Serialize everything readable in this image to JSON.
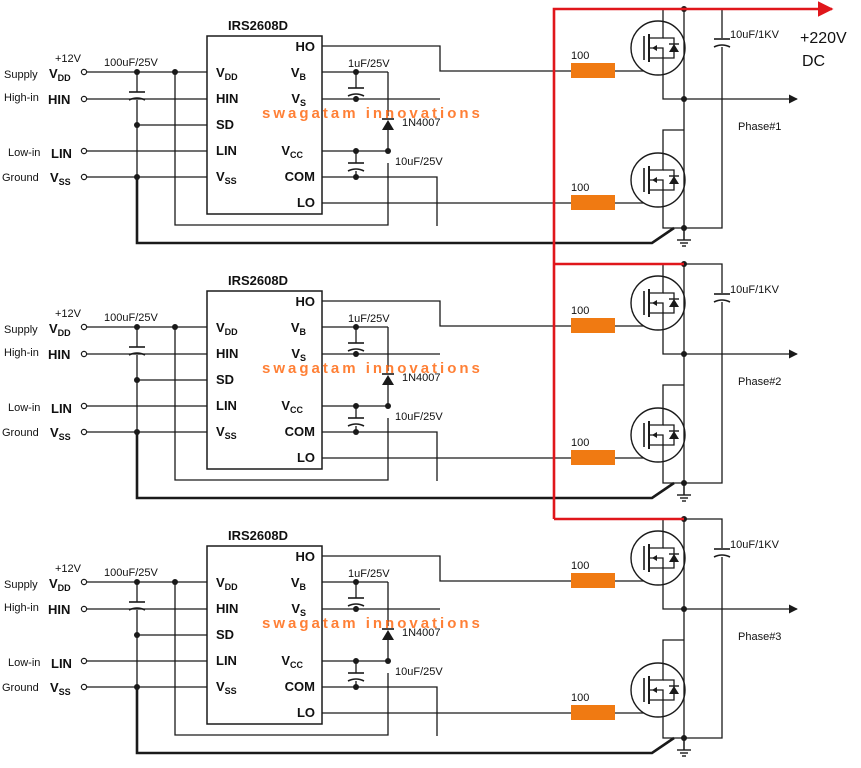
{
  "colors": {
    "wire": "#1a1a1a",
    "dc_bus": "#e0161b",
    "resistor": "#f07a12",
    "watermark": "#ff6a13"
  },
  "supply": {
    "voltage": "+220V",
    "type": "DC"
  },
  "stages": [
    {
      "chip": "IRS2608D",
      "watermark": "swagatam innovations",
      "inputs": {
        "vdd_volt": "+12V",
        "vdd_name": "Supply",
        "vdd_pin": "V",
        "vdd_sub": "DD",
        "hin_name": "High-in",
        "hin_pin": "HIN",
        "lin_name": "Low-in",
        "lin_pin": "LIN",
        "vss_name": "Ground",
        "vss_pin": "V",
        "vss_sub": "SS"
      },
      "pins_left": {
        "vdd": "V",
        "vdd_sub": "DD",
        "hin": "HIN",
        "sd": "SD",
        "lin": "LIN",
        "vss": "V",
        "vss_sub": "SS"
      },
      "pins_right": {
        "ho": "HO",
        "vb": "V",
        "vb_sub": "B",
        "vs": "V",
        "vs_sub": "S",
        "vcc": "V",
        "vcc_sub": "CC",
        "com": "COM",
        "lo": "LO"
      },
      "c_supply": "100uF/25V",
      "c_boot": "1uF/25V",
      "diode": "1N4007",
      "c_vcc": "10uF/25V",
      "r_high": "100",
      "r_low": "100",
      "c_bus": "10uF/1KV",
      "output": "Phase#1"
    },
    {
      "chip": "IRS2608D",
      "watermark": "swagatam innovations",
      "inputs": {
        "vdd_volt": "+12V",
        "vdd_name": "Supply",
        "vdd_pin": "V",
        "vdd_sub": "DD",
        "hin_name": "High-in",
        "hin_pin": "HIN",
        "lin_name": "Low-in",
        "lin_pin": "LIN",
        "vss_name": "Ground",
        "vss_pin": "V",
        "vss_sub": "SS"
      },
      "pins_left": {
        "vdd": "V",
        "vdd_sub": "DD",
        "hin": "HIN",
        "sd": "SD",
        "lin": "LIN",
        "vss": "V",
        "vss_sub": "SS"
      },
      "pins_right": {
        "ho": "HO",
        "vb": "V",
        "vb_sub": "B",
        "vs": "V",
        "vs_sub": "S",
        "vcc": "V",
        "vcc_sub": "CC",
        "com": "COM",
        "lo": "LO"
      },
      "c_supply": "100uF/25V",
      "c_boot": "1uF/25V",
      "diode": "1N4007",
      "c_vcc": "10uF/25V",
      "r_high": "100",
      "r_low": "100",
      "c_bus": "10uF/1KV",
      "output": "Phase#2"
    },
    {
      "chip": "IRS2608D",
      "watermark": "swagatam innovations",
      "inputs": {
        "vdd_volt": "+12V",
        "vdd_name": "Supply",
        "vdd_pin": "V",
        "vdd_sub": "DD",
        "hin_name": "High-in",
        "hin_pin": "HIN",
        "lin_name": "Low-in",
        "lin_pin": "LIN",
        "vss_name": "Ground",
        "vss_pin": "V",
        "vss_sub": "SS"
      },
      "pins_left": {
        "vdd": "V",
        "vdd_sub": "DD",
        "hin": "HIN",
        "sd": "SD",
        "lin": "LIN",
        "vss": "V",
        "vss_sub": "SS"
      },
      "pins_right": {
        "ho": "HO",
        "vb": "V",
        "vb_sub": "B",
        "vs": "V",
        "vs_sub": "S",
        "vcc": "V",
        "vcc_sub": "CC",
        "com": "COM",
        "lo": "LO"
      },
      "c_supply": "100uF/25V",
      "c_boot": "1uF/25V",
      "diode": "1N4007",
      "c_vcc": "10uF/25V",
      "r_high": "100",
      "r_low": "100",
      "c_bus": "10uF/1KV",
      "output": "Phase#3"
    }
  ]
}
